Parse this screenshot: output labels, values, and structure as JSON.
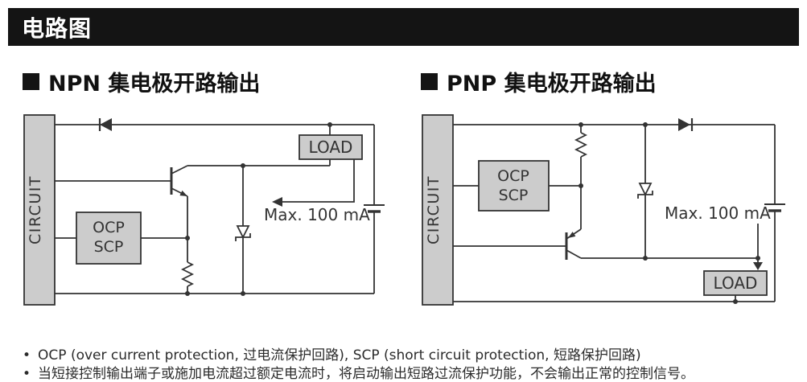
{
  "title_bar": {
    "title": "电路图"
  },
  "sections": {
    "npn": {
      "heading": "NPN 集电极开路输出"
    },
    "pnp": {
      "heading": "PNP 集电极开路输出"
    }
  },
  "labels": {
    "circuit": "CIRCUIT",
    "load": "LOAD",
    "ocp": "OCP",
    "scp": "SCP",
    "max_current": "Max. 100 mA"
  },
  "notes": {
    "marker": "•",
    "items": [
      "OCP (over current protection, 过电流保护回路), SCP (short circuit protection, 短路保护回路)",
      "当短接控制输出端子或施加电流超过额定电流时，将启动输出短路过流保护功能，不会输出正常的控制信号。"
    ]
  },
  "colors": {
    "title_bar_bg": "#141414",
    "title_text": "#ffffff",
    "box_fill": "#cccccc",
    "wire": "#333333"
  }
}
